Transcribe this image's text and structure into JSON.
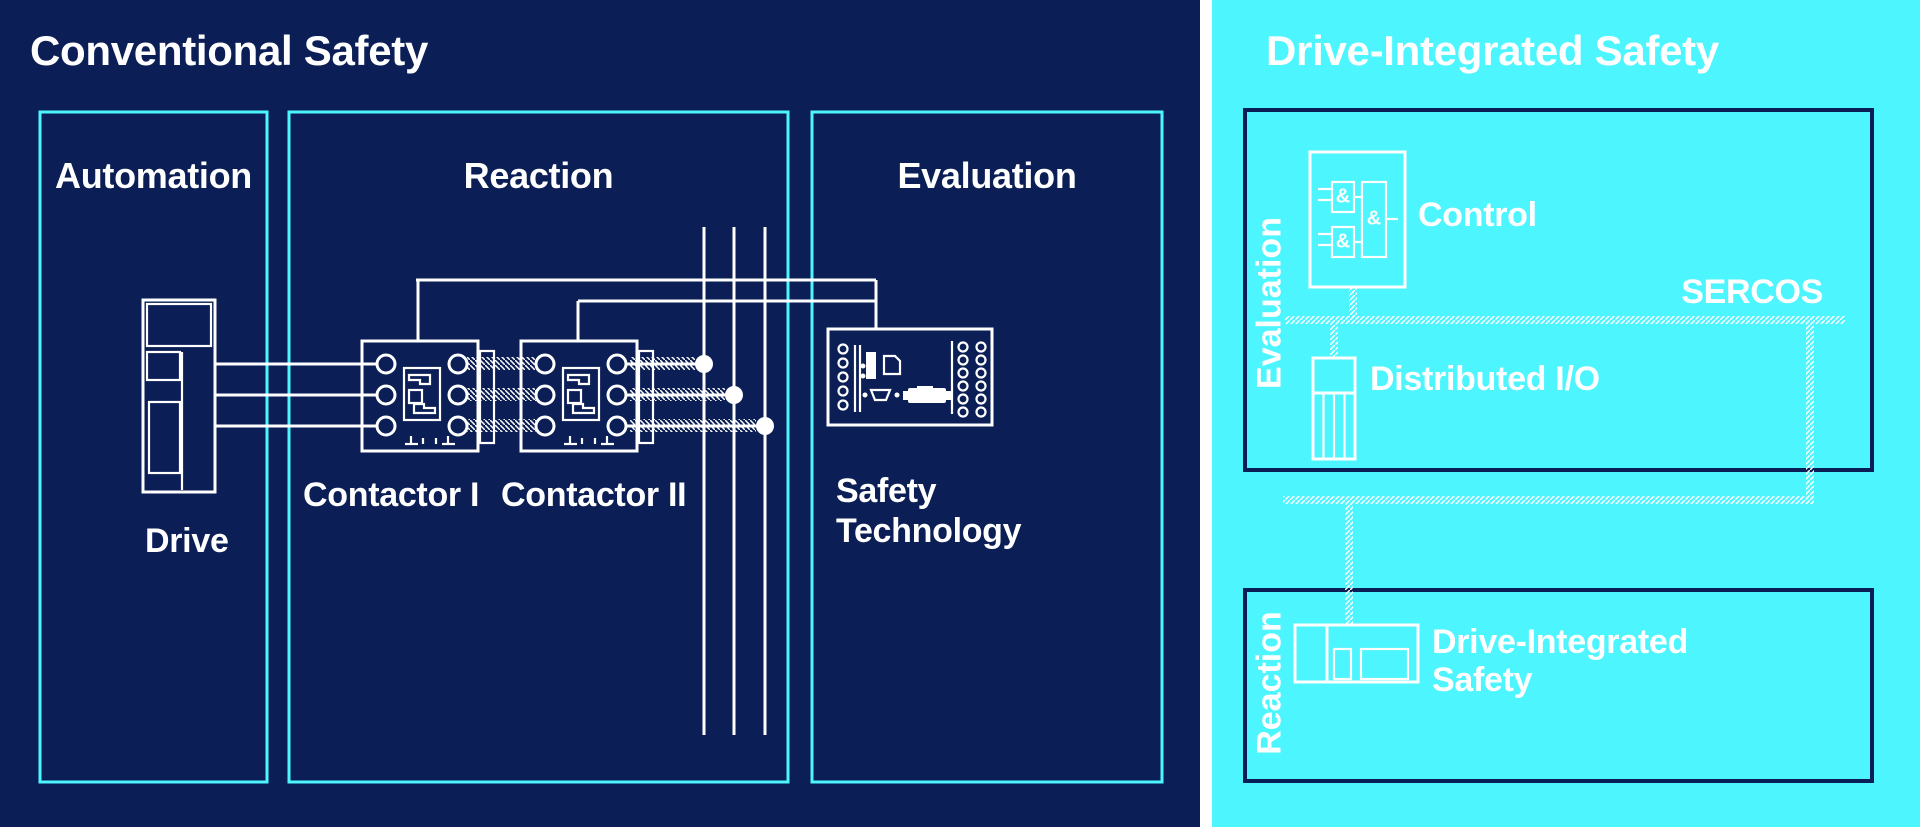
{
  "colors": {
    "navy": "#0b1f56",
    "cyan": "#4df5fe",
    "white": "#ffffff"
  },
  "left_panel": {
    "title": "Conventional Safety",
    "automation_label": "Automation",
    "reaction_label": "Reaction",
    "evaluation_label": "Evaluation",
    "drive_label": "Drive",
    "contactor1_label": "Contactor I",
    "contactor2_label": "Contactor II",
    "safety_tech_line1": "Safety",
    "safety_tech_line2": "Technology"
  },
  "right_panel": {
    "title": "Drive-Integrated Safety",
    "evaluation_label": "Evaluation",
    "reaction_label": "Reaction",
    "control_label": "Control",
    "sercos_label": "SERCOS",
    "distributed_io_label": "Distributed I/O",
    "drive_integrated_line1": "Drive-Integrated",
    "drive_integrated_line2": "Safety",
    "and_symbol": "&"
  }
}
